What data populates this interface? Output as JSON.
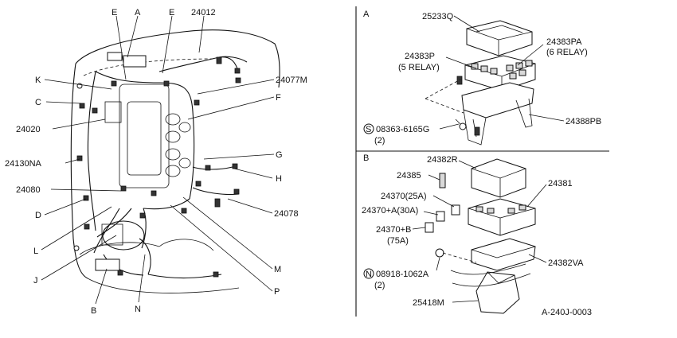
{
  "callouts": {
    "E1": "E",
    "A": "A",
    "E2": "E",
    "p24012": "24012",
    "K": "K",
    "C": "C",
    "p24020": "24020",
    "p24130NA": "24130NA",
    "p24080": "24080",
    "D": "D",
    "L": "L",
    "J": "J",
    "B": "B",
    "N": "N",
    "p24077M": "24077M",
    "F": "F",
    "G": "G",
    "H": "H",
    "p24078": "24078",
    "M": "M",
    "P": "P"
  },
  "section_a": {
    "letter": "A",
    "p25233Q": "25233Q",
    "p24383PA": "24383PA",
    "p24383PA_note": "(6 RELAY)",
    "p24383P": "24383P",
    "p24383P_note": "(5 RELAY)",
    "bolt_symbol": "S",
    "bolt_part": "08363-6165G",
    "bolt_qty": "(2)",
    "p24388PB": "24388PB"
  },
  "section_b": {
    "letter": "B",
    "p24382R": "24382R",
    "p24385": "24385",
    "p24381": "24381",
    "p24370_25A": "24370(25A)",
    "p24370A_30A": "24370+A(30A)",
    "p24370B": "24370+B",
    "p24370B_note": "(75A)",
    "nut_symbol": "N",
    "nut_part": "08918-1062A",
    "nut_qty": "(2)",
    "p24382VA": "24382VA",
    "p25418M": "25418M"
  },
  "figure_code": "A-240J-0003"
}
